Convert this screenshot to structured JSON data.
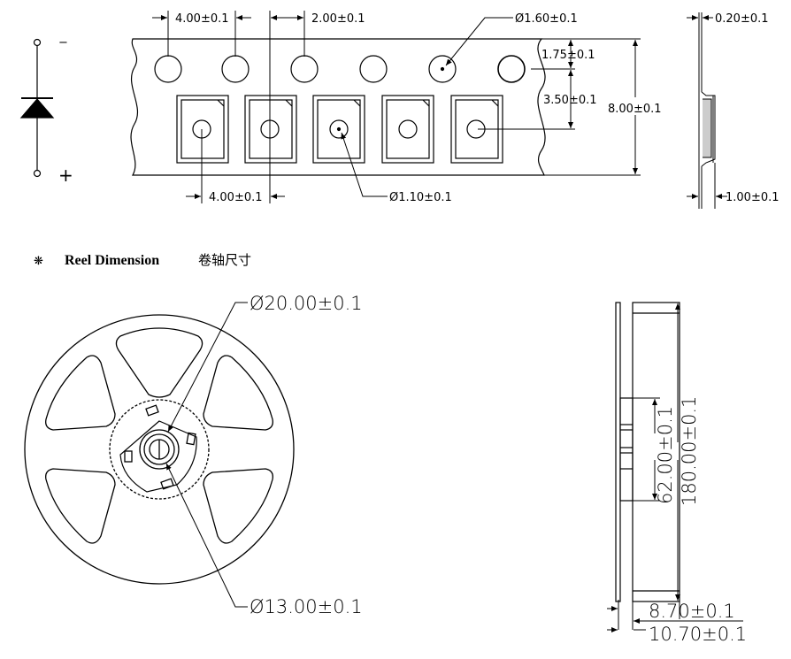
{
  "tape": {
    "pitch_sprocket_top": "4.00±0.1",
    "pitch_hole_pocket": "2.00±0.1",
    "sprocket_hole_diameter": "Ø1.60±0.1",
    "hole_edge_distance": "1.75±0.1",
    "hole_pocket_center": "3.50±0.1",
    "tape_width": "8.00±0.1",
    "pitch_pocket_bottom": "4.00±0.1",
    "pocket_hole_diameter": "Ø1.10±0.1",
    "side_thickness": "0.20±0.1",
    "side_pocket_depth": "1.00±0.1",
    "diode_anode_mark": "−",
    "diode_cathode_mark": "+"
  },
  "reel": {
    "heading_bullet": "❋",
    "heading": "Reel Dimension",
    "heading_cn": "卷轴尺寸",
    "hub_diameter": "Ø20.00±0.1",
    "arbor_diameter": "Ø13.00±0.1",
    "hub_side_diameter": "62.00±0.1",
    "reel_diameter": "180.00±0.1",
    "inner_width": "8.70±0.1",
    "outer_width": "10.70±0.1"
  }
}
